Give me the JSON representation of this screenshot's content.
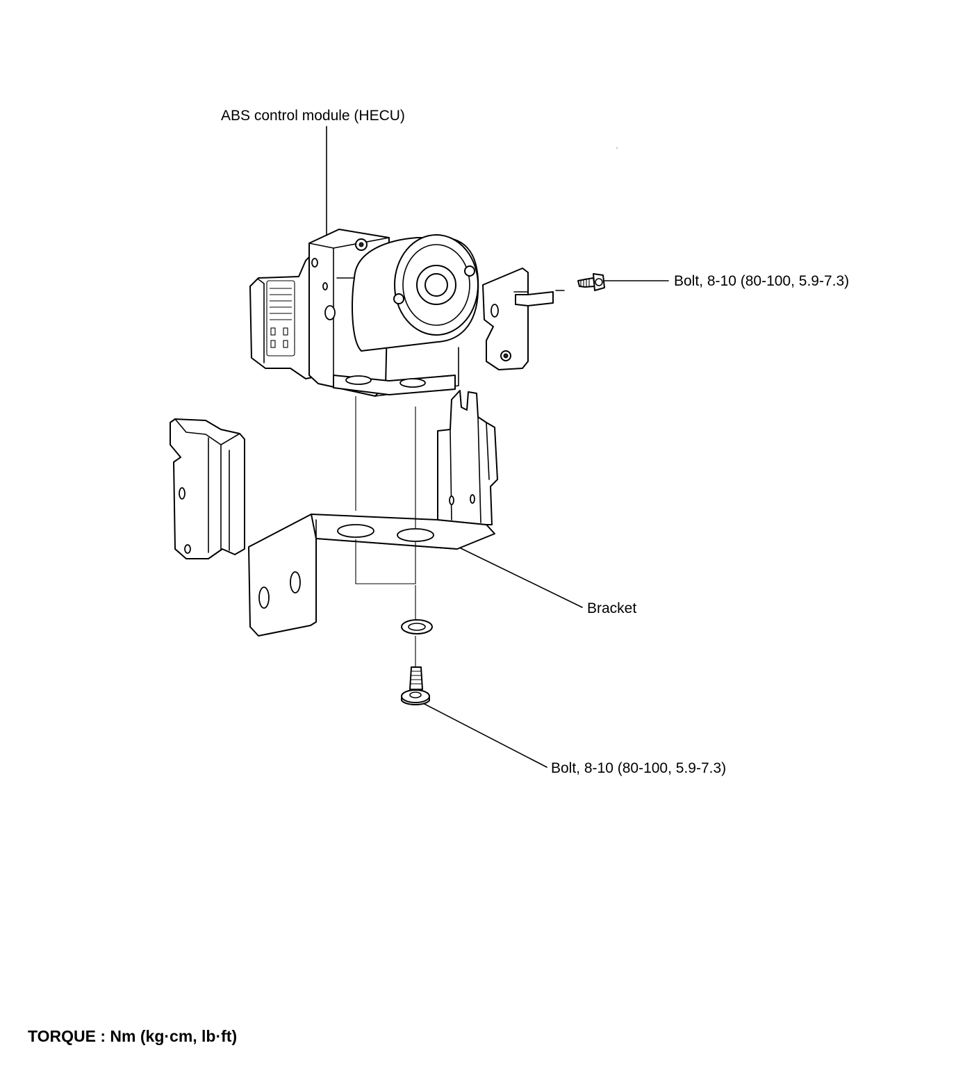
{
  "labels": {
    "abs_module": "ABS control module (HECU)",
    "bolt_top": "Bolt, 8-10 (80-100, 5.9-7.3)",
    "bracket": "Bracket",
    "bolt_bottom": "Bolt, 8-10 (80-100, 5.9-7.3)",
    "torque_note": "TORQUE : Nm (kg·cm, lb·ft)"
  }
}
